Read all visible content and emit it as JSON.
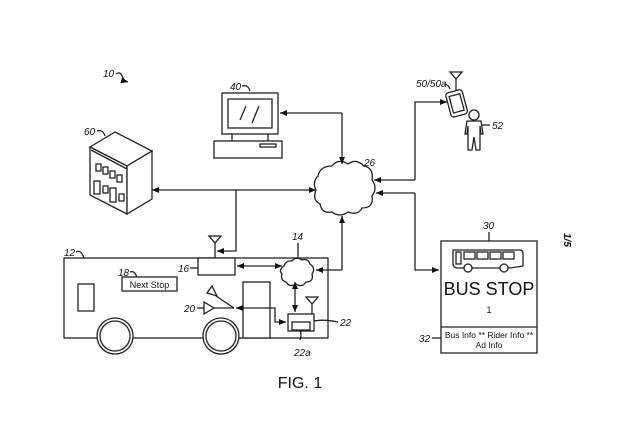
{
  "figure": {
    "title": "FIG. 1",
    "sheet": "1/5",
    "system_ref": "10"
  },
  "components": {
    "building": {
      "ref": "60",
      "name": "building"
    },
    "computer": {
      "ref": "40",
      "name": "computer terminal"
    },
    "network": {
      "ref": "26",
      "name": "network cloud"
    },
    "mobile_device": {
      "ref": "50/50a",
      "name": "mobile device"
    },
    "rider": {
      "ref": "52",
      "name": "rider"
    },
    "bus": {
      "ref": "12",
      "name": "bus"
    },
    "communication_unit": {
      "ref": "16"
    },
    "onboard_network": {
      "ref": "14"
    },
    "next_stop_display": {
      "ref": "18",
      "text": "Next Stop"
    },
    "speaker": {
      "ref": "20"
    },
    "controller": {
      "ref": "22"
    },
    "controller_sub": {
      "ref": "22a"
    },
    "bus_stop_sign": {
      "ref": "30",
      "title": "BUS STOP",
      "number": "1"
    },
    "info_display": {
      "ref": "32",
      "line1": "Bus Info ** Rider Info **",
      "line2": "Ad Info"
    }
  }
}
